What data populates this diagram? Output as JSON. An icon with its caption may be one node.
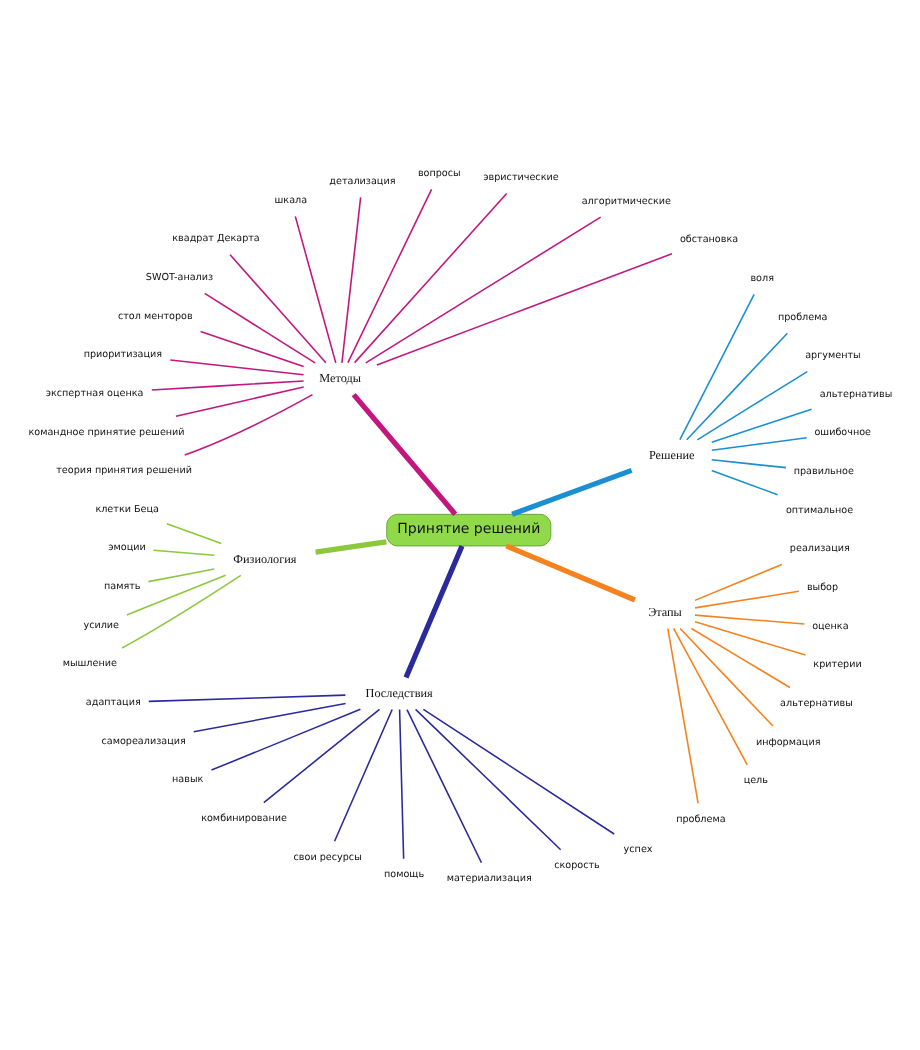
{
  "diagram": {
    "nodes": [
      {
        "text": [
          "Принятие решений"
        ]
      },
      {
        "text": [
          "Решение"
        ]
      },
      {
        "text": [
          "оптимальное"
        ]
      },
      {
        "text": [
          "правильное"
        ]
      },
      {
        "text": [
          "ошибочное"
        ]
      },
      {
        "text": [
          "альтернативы"
        ]
      },
      {
        "text": [
          "аргументы"
        ]
      },
      {
        "text": [
          "проблема"
        ]
      },
      {
        "text": [
          "воля"
        ]
      },
      {
        "text": [
          "Методы"
        ]
      },
      {
        "text": [
          "обстановка"
        ]
      },
      {
        "text": [
          "алгоритмические"
        ]
      },
      {
        "text": [
          "эвристические"
        ]
      },
      {
        "text": [
          "вопросы"
        ]
      },
      {
        "text": [
          "детализация"
        ]
      },
      {
        "text": [
          "шкала"
        ]
      },
      {
        "text": [
          "квадрат Декарта"
        ]
      },
      {
        "text": [
          "SWOT-анализ"
        ]
      },
      {
        "text": [
          "стол менторов"
        ]
      },
      {
        "text": [
          "приоритизация"
        ]
      },
      {
        "text": [
          "экспертная оценка"
        ]
      },
      {
        "text": [
          "командное принятие решений"
        ]
      },
      {
        "text": [
          "теория принятия решений"
        ]
      },
      {
        "text": [
          "Физиология"
        ]
      },
      {
        "text": [
          "клетки Беца"
        ]
      },
      {
        "text": [
          "эмоции"
        ]
      },
      {
        "text": [
          "память"
        ]
      },
      {
        "text": [
          "усилие"
        ]
      },
      {
        "text": [
          "мышление"
        ]
      },
      {
        "text": [
          "Последствия"
        ]
      },
      {
        "text": [
          "адаптация"
        ]
      },
      {
        "text": [
          "самореализация"
        ]
      },
      {
        "text": [
          "навык"
        ]
      },
      {
        "text": [
          "комбинирование"
        ]
      },
      {
        "text": [
          "свои ресурсы"
        ]
      },
      {
        "text": [
          "помощь"
        ]
      },
      {
        "text": [
          "материализация"
        ]
      },
      {
        "text": [
          "скорость"
        ]
      },
      {
        "text": [
          "успех"
        ]
      },
      {
        "text": [
          "Этапы"
        ]
      },
      {
        "text": [
          "проблема"
        ]
      },
      {
        "text": [
          "цель"
        ]
      },
      {
        "text": [
          "информация"
        ]
      },
      {
        "text": [
          "альтернативы"
        ]
      },
      {
        "text": [
          "критерии"
        ]
      },
      {
        "text": [
          "оценка"
        ]
      },
      {
        "text": [
          "выбор"
        ]
      },
      {
        "text": [
          "реализация"
        ]
      }
    ],
    "edges": [
      {
        "from": 0,
        "to": 1,
        "arrow": "none",
        "style": "thick",
        "color": "#1b8fd2"
      },
      {
        "from": 1,
        "to": 2,
        "arrow": "none",
        "color": "#1b8fd2"
      },
      {
        "from": 1,
        "to": 3,
        "arrow": "none",
        "color": "#1b8fd2"
      },
      {
        "from": 1,
        "to": 4,
        "arrow": "none",
        "color": "#1b8fd2"
      },
      {
        "from": 1,
        "to": 5,
        "arrow": "none",
        "color": "#1b8fd2"
      },
      {
        "from": 1,
        "to": 6,
        "arrow": "none",
        "color": "#1b8fd2"
      },
      {
        "from": 1,
        "to": 7,
        "arrow": "none",
        "color": "#1b8fd2"
      },
      {
        "from": 1,
        "to": 8,
        "arrow": "none",
        "color": "#1b8fd2"
      },
      {
        "from": 0,
        "to": 9,
        "arrow": "none",
        "style": "thick"
      },
      {
        "from": 9,
        "to": 10,
        "arrow": "none"
      },
      {
        "from": 9,
        "to": 11,
        "arrow": "none"
      },
      {
        "from": 9,
        "to": 12,
        "arrow": "none"
      },
      {
        "from": 9,
        "to": 13,
        "arrow": "none"
      },
      {
        "from": 9,
        "to": 14,
        "arrow": "none"
      },
      {
        "from": 9,
        "to": 15,
        "arrow": "none"
      },
      {
        "from": 9,
        "to": 16,
        "arrow": "none"
      },
      {
        "from": 9,
        "to": 17,
        "arrow": "none"
      },
      {
        "from": 9,
        "to": 18,
        "arrow": "none"
      },
      {
        "from": 9,
        "to": 19,
        "arrow": "none"
      },
      {
        "from": 9,
        "to": 20,
        "arrow": "none"
      },
      {
        "from": 9,
        "to": 21,
        "arrow": "none"
      },
      {
        "from": 9,
        "to": 22,
        "arrow": "none"
      },
      {
        "from": 0,
        "to": 23,
        "arrow": "none",
        "style": "thick",
        "color": "#8cc83c"
      },
      {
        "from": 23,
        "to": 24,
        "arrow": "none",
        "color": "#8cc83c"
      },
      {
        "from": 23,
        "to": 25,
        "arrow": "none",
        "color": "#8cc83c"
      },
      {
        "from": 23,
        "to": 26,
        "arrow": "none",
        "color": "#8cc83c"
      },
      {
        "from": 23,
        "to": 27,
        "arrow": "none",
        "color": "#8cc83c"
      },
      {
        "from": 23,
        "to": 28,
        "arrow": "none",
        "color": "#8cc83c"
      },
      {
        "from": 0,
        "to": 29,
        "arrow": "none",
        "style": "thick",
        "color": "#2b2a9c"
      },
      {
        "from": 29,
        "to": 30,
        "arrow": "none",
        "color": "#2b2a9c"
      },
      {
        "from": 29,
        "to": 31,
        "arrow": "none",
        "color": "#2b2a9c"
      },
      {
        "from": 29,
        "to": 32,
        "arrow": "none",
        "color": "#2b2a9c"
      },
      {
        "from": 29,
        "to": 33,
        "arrow": "none",
        "color": "#2b2a9c"
      },
      {
        "from": 29,
        "to": 34,
        "arrow": "none",
        "color": "#2b2a9c"
      },
      {
        "from": 29,
        "to": 35,
        "arrow": "none",
        "color": "#2b2a9c"
      },
      {
        "from": 29,
        "to": 36,
        "arrow": "none",
        "color": "#2b2a9c"
      },
      {
        "from": 29,
        "to": 37,
        "arrow": "none",
        "color": "#2b2a9c"
      },
      {
        "from": 29,
        "to": 38,
        "arrow": "none",
        "color": "#2b2a9c"
      },
      {
        "from": 0,
        "to": 39,
        "arrow": "none",
        "style": "thick",
        "color": "#f5821e"
      },
      {
        "from": 39,
        "to": 40,
        "arrow": "none",
        "color": "#f5821e"
      },
      {
        "from": 39,
        "to": 41,
        "arrow": "none",
        "color": "#f5821e"
      },
      {
        "from": 39,
        "to": 42,
        "arrow": "none",
        "color": "#f5821e"
      },
      {
        "from": 39,
        "to": 43,
        "arrow": "none",
        "color": "#f5821e"
      },
      {
        "from": 39,
        "to": 44,
        "arrow": "none",
        "color": "#f5821e"
      },
      {
        "from": 39,
        "to": 45,
        "arrow": "none",
        "color": "#f5821e"
      },
      {
        "from": 39,
        "to": 46,
        "arrow": "none",
        "color": "#f5821e"
      },
      {
        "from": 39,
        "to": 47,
        "arrow": "none",
        "color": "#f5821e"
      }
    ]
  }
}
